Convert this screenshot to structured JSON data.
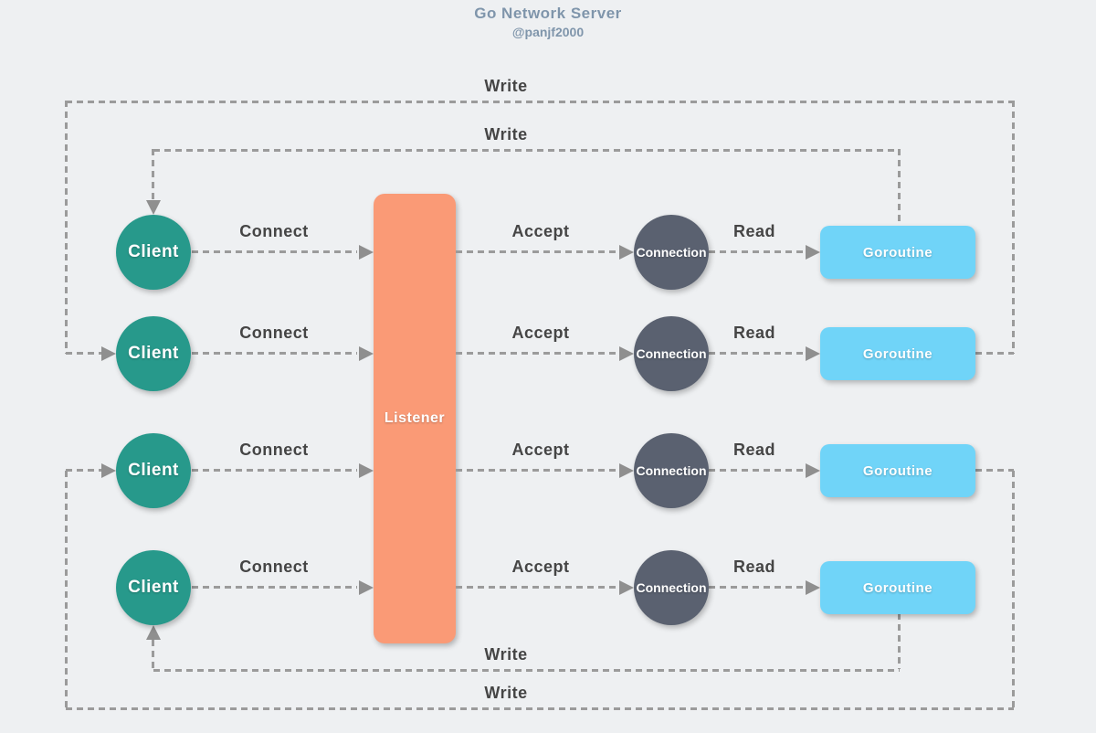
{
  "title": "Go Network Server",
  "subtitle": "@panjf2000",
  "colors": {
    "background": "#eef0f2",
    "client": "#27998b",
    "listener": "#fa9a76",
    "connection": "#5a6170",
    "goroutine": "#70d4f8",
    "line": "#9b9b9b",
    "arrow": "#8f8f8f",
    "label": "#454545",
    "title": "#7f95ab",
    "node_text": "#ffffff"
  },
  "listener": {
    "label": "Listener"
  },
  "rows": [
    {
      "client": "Client",
      "connect_label": "Connect",
      "accept_label": "Accept",
      "connection": "Connection",
      "read_label": "Read",
      "goroutine": "Goroutine"
    },
    {
      "client": "Client",
      "connect_label": "Connect",
      "accept_label": "Accept",
      "connection": "Connection",
      "read_label": "Read",
      "goroutine": "Goroutine"
    },
    {
      "client": "Client",
      "connect_label": "Connect",
      "accept_label": "Accept",
      "connection": "Connection",
      "read_label": "Read",
      "goroutine": "Goroutine"
    },
    {
      "client": "Client",
      "connect_label": "Connect",
      "accept_label": "Accept",
      "connection": "Connection",
      "read_label": "Read",
      "goroutine": "Goroutine"
    }
  ],
  "write_loops": [
    {
      "label": "Write"
    },
    {
      "label": "Write"
    },
    {
      "label": "Write"
    },
    {
      "label": "Write"
    }
  ]
}
